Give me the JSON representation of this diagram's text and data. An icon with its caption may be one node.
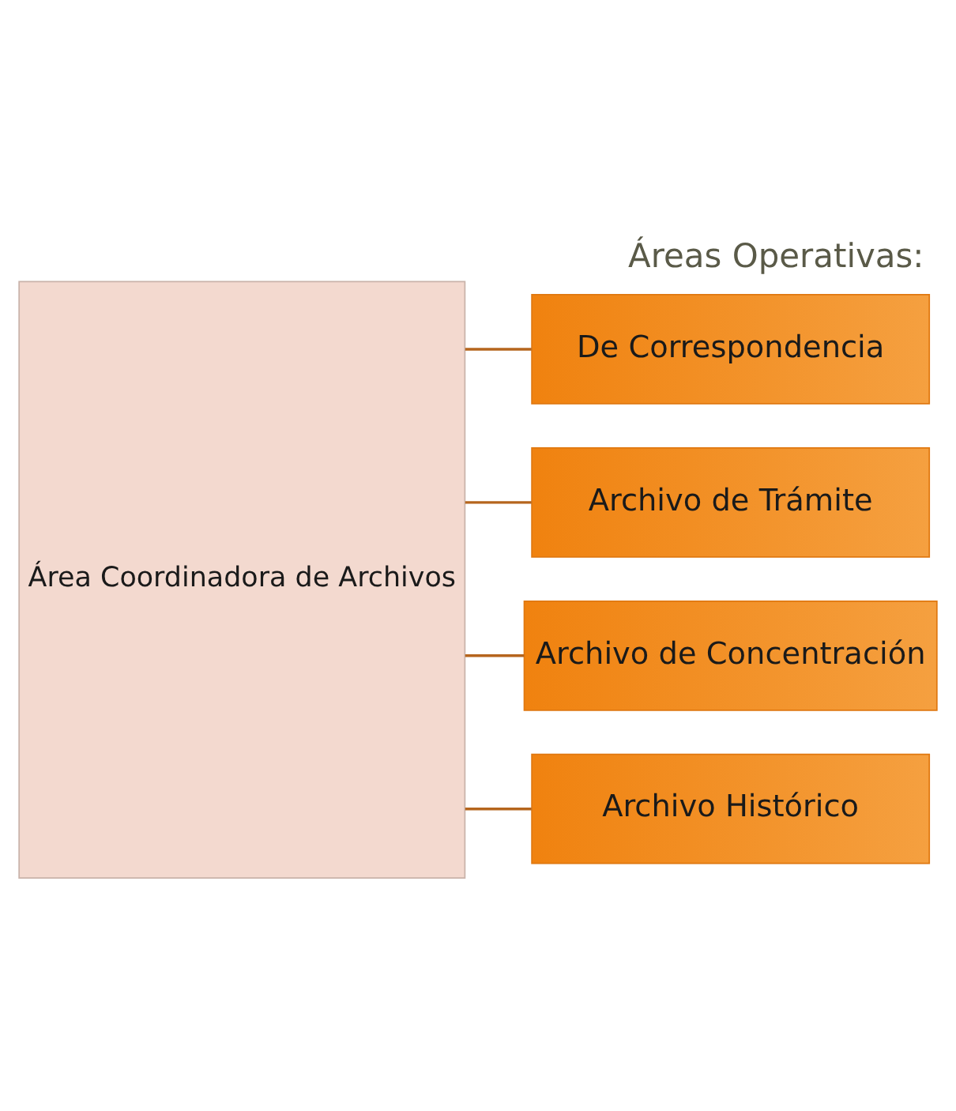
{
  "diagram": {
    "title": "Áreas Operativas:",
    "nodes": [
      {
        "text": [
          "Área Coordinadora de Archivos"
        ]
      },
      {
        "text": [
          "De Correspondencia"
        ]
      },
      {
        "text": [
          "Archivo de Trámite"
        ]
      },
      {
        "text": [
          "Archivo de Concentración"
        ]
      },
      {
        "text": [
          "Archivo Histórico"
        ]
      }
    ],
    "edges": [
      {
        "from": 0,
        "to": 1,
        "arrow": "none"
      },
      {
        "from": 0,
        "to": 2,
        "arrow": "none"
      },
      {
        "from": 0,
        "to": 3,
        "arrow": "none"
      },
      {
        "from": 0,
        "to": 4,
        "arrow": "none"
      }
    ]
  }
}
